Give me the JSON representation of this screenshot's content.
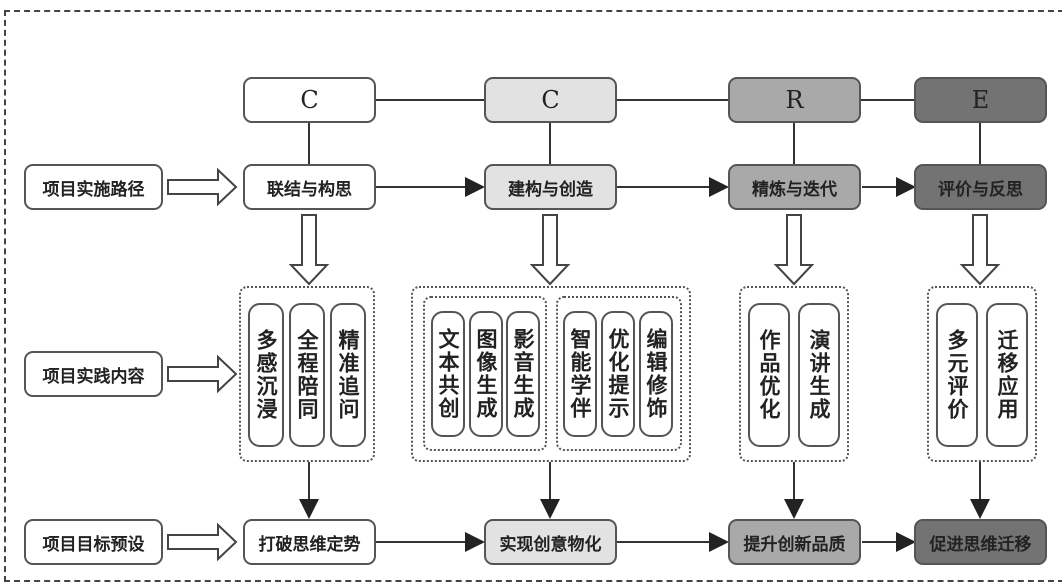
{
  "phases": [
    {
      "letter": "C",
      "stage": "联结与构思",
      "goal": "打破思维定势",
      "practices": [
        "多感沉浸",
        "全程陪同",
        "精准追问"
      ],
      "color": "#ffffff"
    },
    {
      "letter": "C",
      "stage": "建构与创造",
      "goal": "实现创意物化",
      "practice_groups": [
        [
          "文本共创",
          "图像生成",
          "影音生成"
        ],
        [
          "智能学伴",
          "优化提示",
          "编辑修饰"
        ]
      ],
      "color": "#e2e2e2"
    },
    {
      "letter": "R",
      "stage": "精炼与迭代",
      "goal": "提升创新品质",
      "practices": [
        "作品优化",
        "演讲生成"
      ],
      "color": "#a9a9a9"
    },
    {
      "letter": "E",
      "stage": "评价与反思",
      "goal": "促进思维迁移",
      "practices": [
        "多元评价",
        "迁移应用"
      ],
      "color": "#737373"
    }
  ],
  "row_labels": {
    "path": "项目实施路径",
    "content": "项目实践内容",
    "goal": "项目目标预设"
  }
}
